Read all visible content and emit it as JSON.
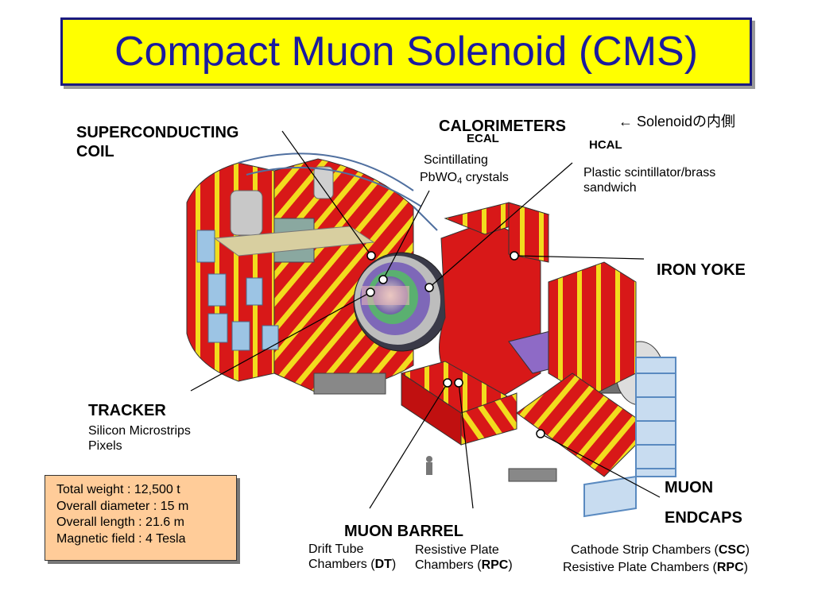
{
  "title": "Compact Muon Solenoid (CMS)",
  "labels": {
    "superconducting_coil": [
      "SUPERCONDUCTING",
      "COIL"
    ],
    "calorimeters": "CALORIMETERS",
    "solenoid_note": "← Solenoidの内側",
    "ecal": "ECAL",
    "ecal_desc_1": "Scintillating",
    "ecal_desc_2": "PbWO",
    "ecal_desc_sub": "4",
    "ecal_desc_3": " crystals",
    "hcal": "HCAL",
    "hcal_desc": [
      "Plastic scintillator/brass",
      "sandwich"
    ],
    "iron_yoke": "IRON YOKE",
    "tracker": "TRACKER",
    "tracker_desc": [
      "Silicon Microstrips",
      "Pixels"
    ],
    "muon_barrel": "MUON BARREL",
    "dt_desc": [
      "Drift Tube",
      "Chambers ("
    ],
    "dt_abbr": "DT",
    "dt_close": ")",
    "rpc_barrel_desc": [
      "Resistive Plate",
      "Chambers ("
    ],
    "rpc_barrel_abbr": "RPC",
    "rpc_barrel_close": ")",
    "muon_endcaps": [
      "MUON",
      "ENDCAPS"
    ],
    "csc_desc": "Cathode Strip Chambers (",
    "csc_abbr": "CSC",
    "csc_close": ")",
    "rpc_endcap_desc": "Resistive Plate Chambers (",
    "rpc_endcap_abbr": "RPC",
    "rpc_endcap_close": ")"
  },
  "stats": [
    "Total weight : 12,500 t",
    "Overall diameter : 15 m",
    "Overall length : 21.6 m",
    "Magnetic field : 4 Tesla"
  ],
  "colors": {
    "title_bg": "#ffff00",
    "title_text": "#1a1aa0",
    "stats_bg": "#ffcc99",
    "yoke_red": "#d81818",
    "yoke_yellow": "#f2dc1e",
    "support_blue": "#9cc4e4",
    "calorimeter_purple": "#8e6ac6"
  }
}
